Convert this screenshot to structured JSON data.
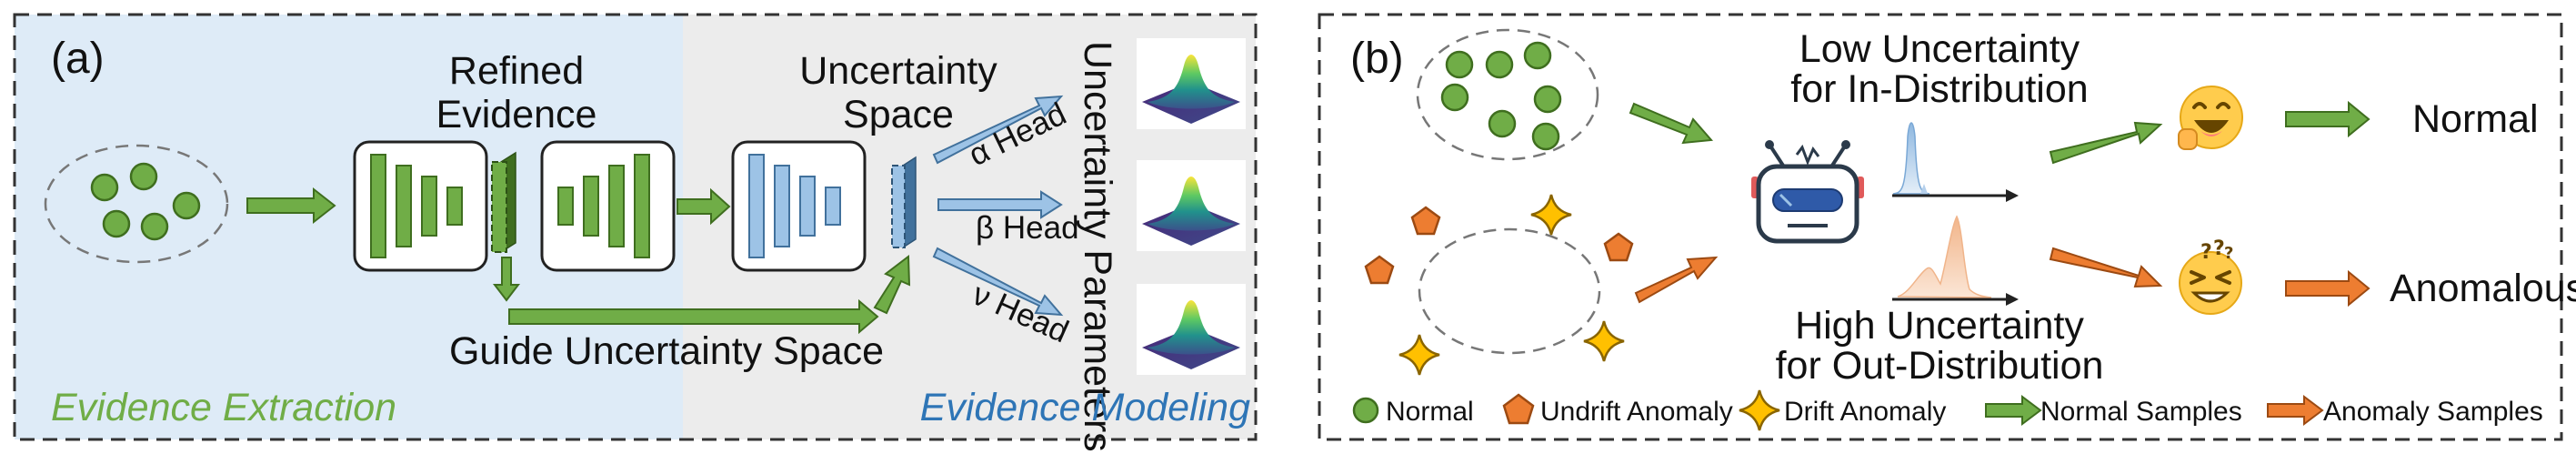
{
  "panel_a": {
    "tag": "(a)",
    "refined_evidence": [
      "Refined",
      "Evidence"
    ],
    "uncertainty_space": [
      "Uncertainty",
      "Space"
    ],
    "alpha_head": "α Head",
    "beta_head": "β Head",
    "nu_head": "ν Head",
    "side_label": "Uncertainty Parameters",
    "guide": "Guide Uncertainty Space",
    "evidence_extraction": "Evidence Extraction",
    "evidence_modeling": "Evidence Modeling"
  },
  "panel_b": {
    "tag": "(b)",
    "low_uncertainty": [
      "Low Uncertainty",
      "for In-Distribution"
    ],
    "high_uncertainty": [
      "High Uncertainty",
      "for Out-Distribution"
    ],
    "normal_output": "Normal",
    "anomalous_output": "Anomalous",
    "legend": {
      "normal": "Normal",
      "undrift": "Undrift Anomaly",
      "drift": "Drift Anomaly",
      "normal_samples": "Normal Samples",
      "anomaly_samples": "Anomaly Samples"
    }
  },
  "colors": {
    "green": "#70ad47",
    "green_dark": "#3f6e1f",
    "blue_box": "#9dc3e6",
    "blue_dark": "#41719c",
    "orange": "#ed7d31",
    "gold": "#ffc000",
    "bg_blue": "#deebf7",
    "bg_gray": "#ececec",
    "text_green": "#70ad47",
    "text_blue": "#2e75b6"
  }
}
